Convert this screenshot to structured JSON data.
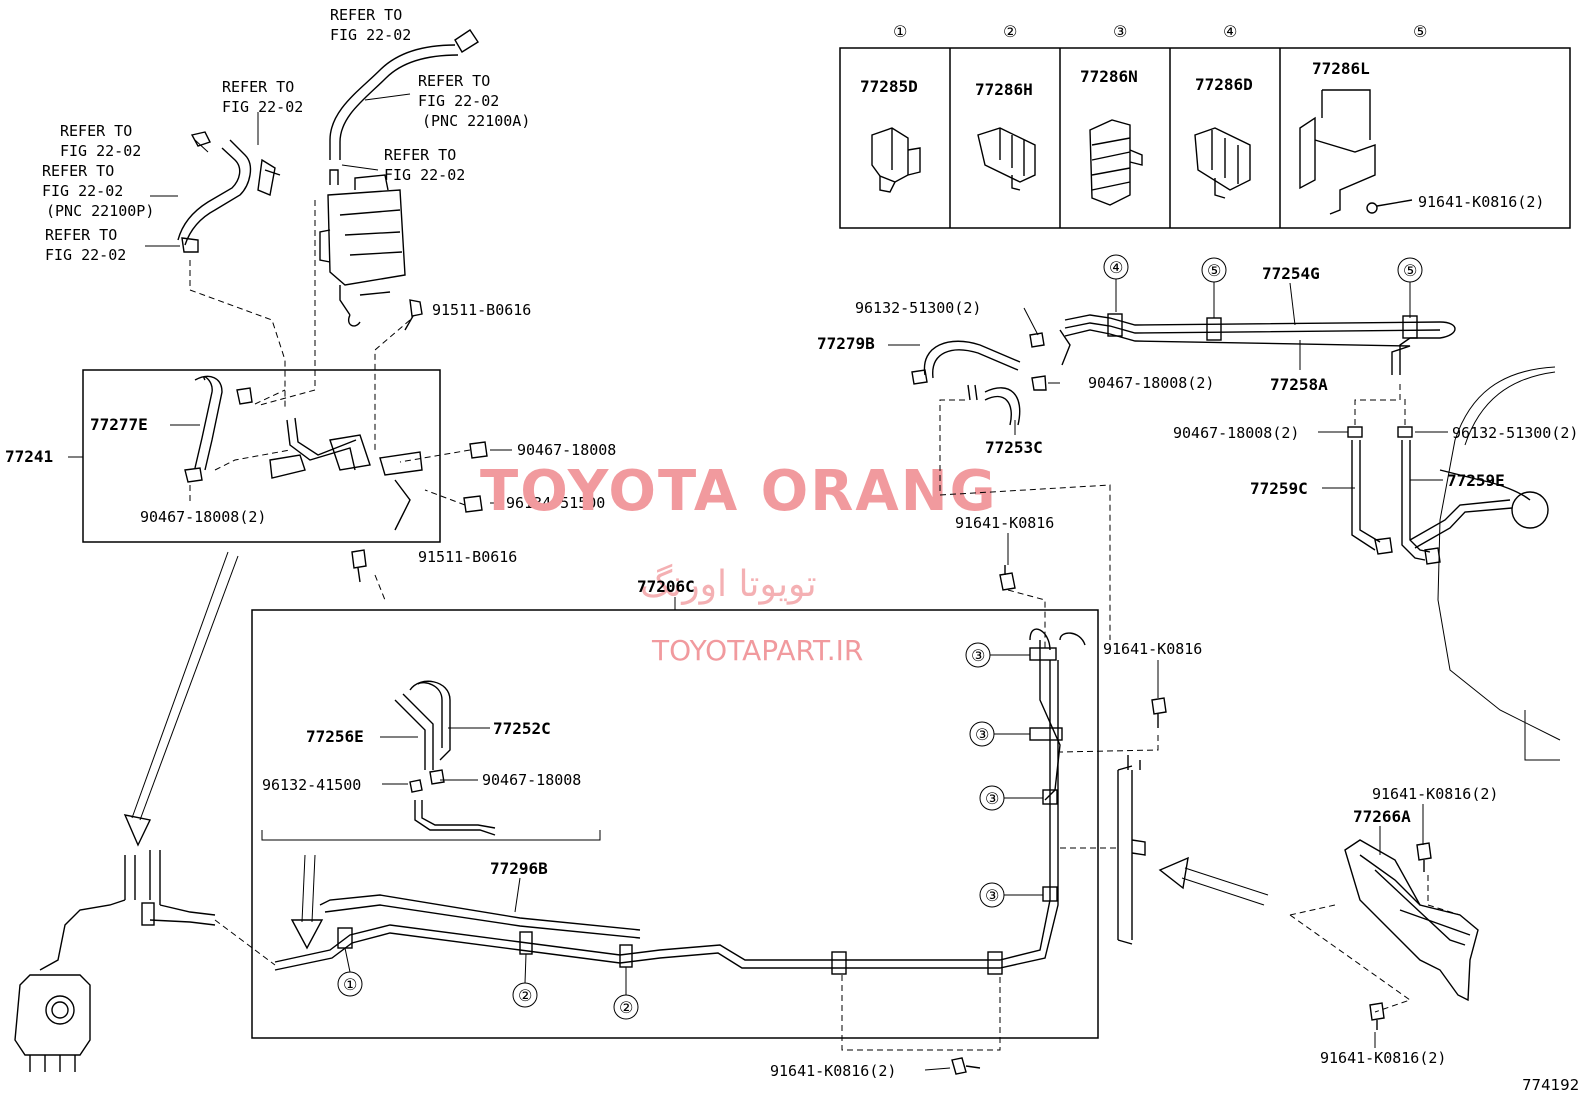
{
  "watermark": {
    "title": "TOYOTA ORANG",
    "farsi": "تویوتا اورنگ",
    "url": "TOYOTAPART.IR"
  },
  "figure_code": "774192",
  "legend": {
    "numbers": [
      "①",
      "②",
      "③",
      "④",
      "⑤"
    ],
    "parts": [
      "77285D",
      "77286H",
      "77286N",
      "77286D",
      "77286L"
    ],
    "cell5_bolt": "91641-K0816(2)"
  },
  "refer": {
    "r1": [
      "REFER TO",
      "FIG 22-02"
    ],
    "r2": [
      "REFER TO",
      "FIG 22-02"
    ],
    "r3": [
      "REFER TO",
      "FIG 22-02",
      "(PNC 22100A)"
    ],
    "r4": [
      "REFER TO",
      "FIG 22-02"
    ],
    "r5": [
      "REFER TO",
      "FIG 22-02",
      "(PNC 22100P)"
    ],
    "r6": [
      "REFER TO",
      "FIG 22-02"
    ],
    "r7": [
      "REFER TO",
      "FIG 22-02"
    ]
  },
  "labels": {
    "p91511_top": "91511-B0616",
    "p91511_bot": "91511-B0616",
    "p77241": "77241",
    "p77277E": "77277E",
    "p90467_left": "90467-18008(2)",
    "p90467_mid": "90467-18008",
    "p96134": "96134-51500",
    "p77206C": "77206C",
    "p77256E": "77256E",
    "p77252C": "77252C",
    "p96132_41500": "96132-41500",
    "p90467_inner": "90467-18008",
    "p77296B": "77296B",
    "p91641_bottom": "91641-K0816(2)",
    "p96132_top": "96132-51300(2)",
    "p77279B": "77279B",
    "p77254G": "77254G",
    "p77258A": "77258A",
    "p90467_right": "90467-18008(2)",
    "p77253C": "77253C",
    "p91641_a": "91641-K0816",
    "p91641_b": "91641-K0816",
    "p90467_far": "90467-18008(2)",
    "p96132_far": "96132-51300(2)",
    "p77259C": "77259C",
    "p77259E": "77259E",
    "p91641_r1": "91641-K0816(2)",
    "p77266A": "77266A",
    "p91641_r2": "91641-K0816(2)"
  },
  "callouts": {
    "c4": "④",
    "c5a": "⑤",
    "c5b": "⑤",
    "c3a": "③",
    "c3b": "③",
    "c3c": "③",
    "c3d": "③",
    "c1": "①",
    "c2a": "②",
    "c2b": "②"
  }
}
